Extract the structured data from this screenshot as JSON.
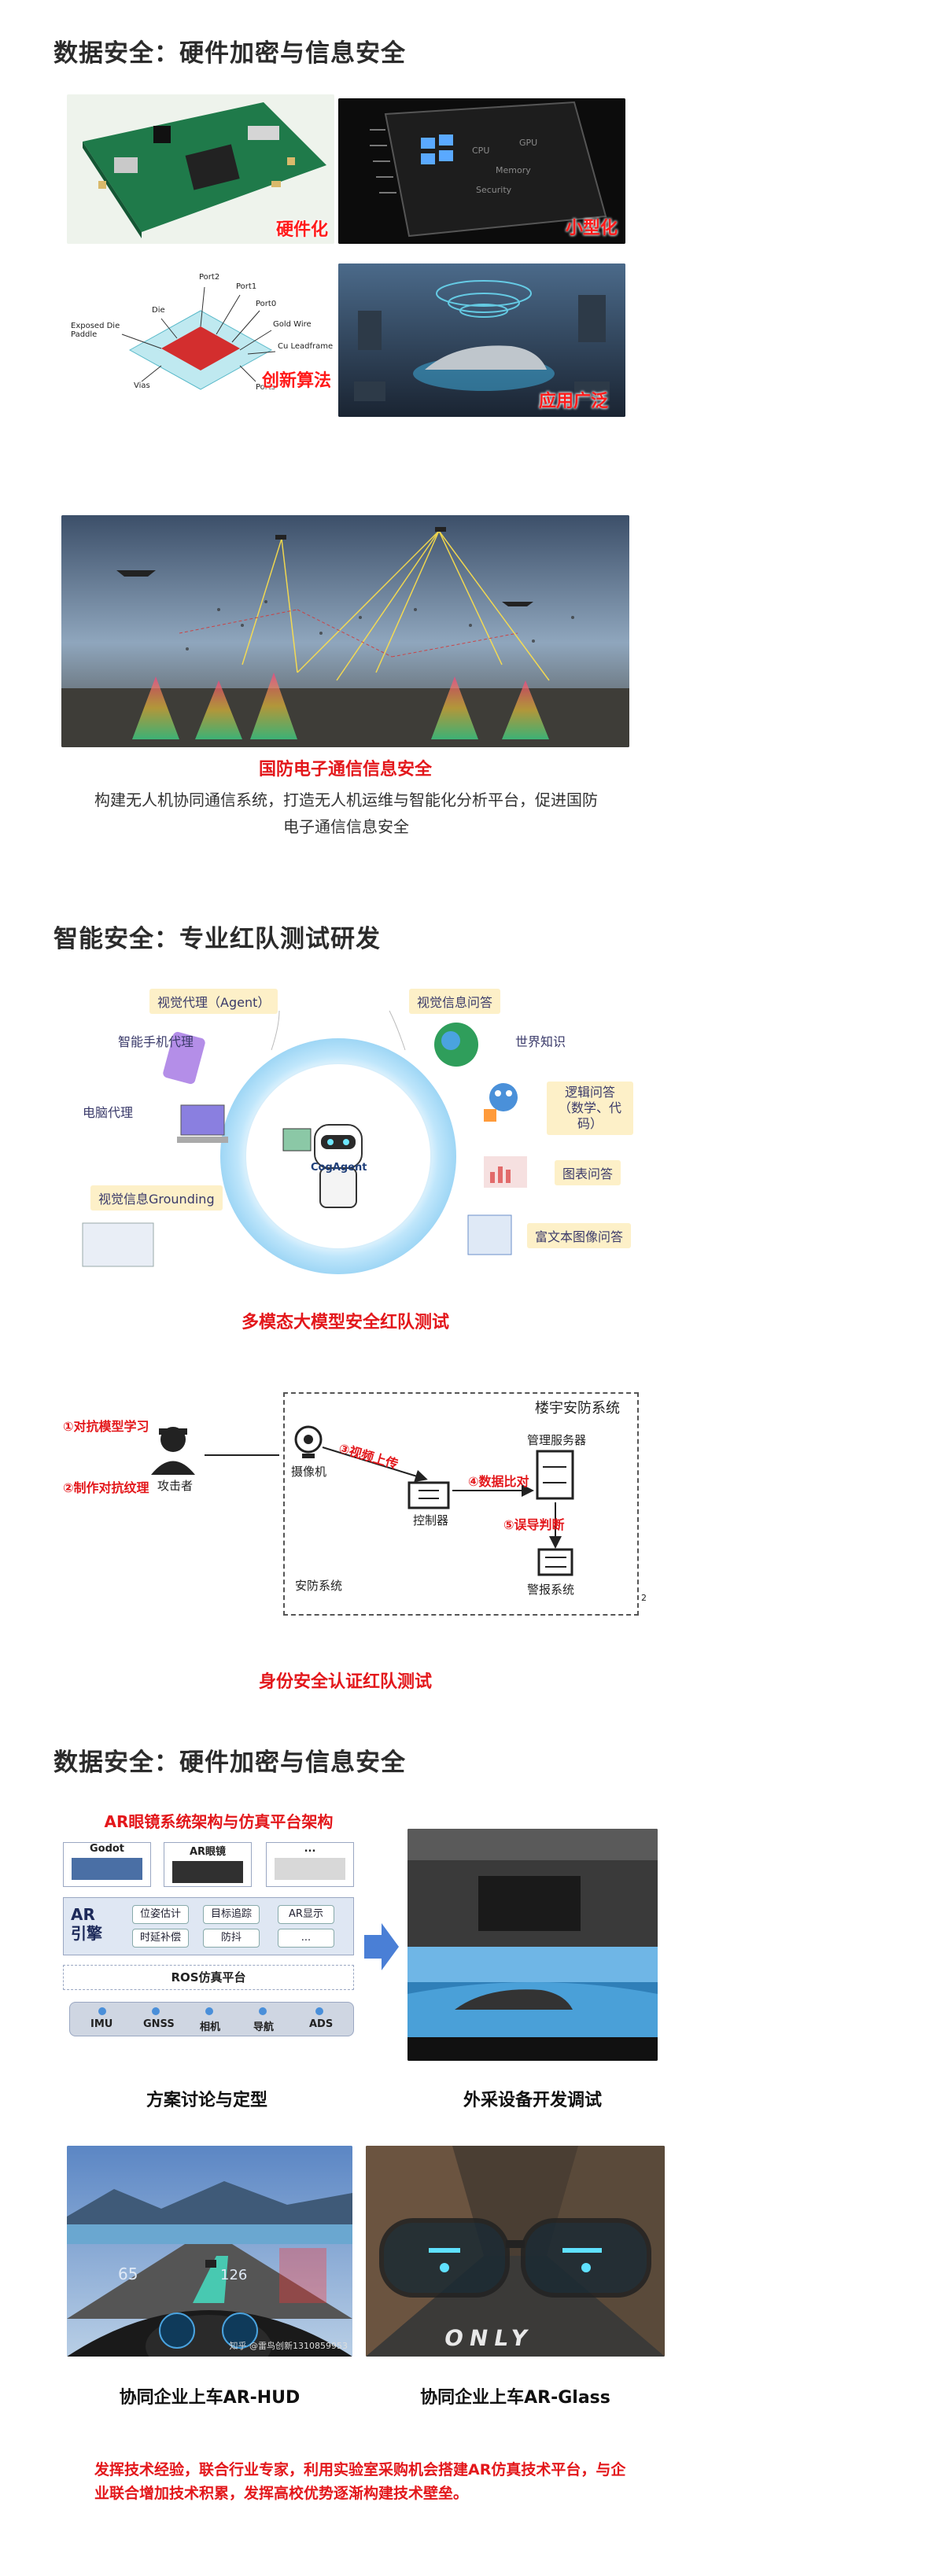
{
  "section1": {
    "title": "数据安全：硬件加密与信息安全",
    "captions": [
      "硬件化",
      "小型化",
      "创新算法",
      "应用广泛"
    ],
    "chip_diagram_labels": [
      "Port2",
      "Port1",
      "Port0",
      "Exposed Die Paddle",
      "Die",
      "Gold Wire",
      "Cu Leadframe",
      "Vias",
      "Ports"
    ],
    "defense_caption": "国防电子通信信息安全",
    "defense_text": "构建无人机协同通信系统，打造无人机运维与智能化分析平台，促进国防电子通信信息安全"
  },
  "section2": {
    "title": "智能安全：专业红队测试研发",
    "cog": {
      "center": "CogAgent",
      "labels": [
        "视觉代理（Agent）",
        "视觉信息问答",
        "智能手机代理",
        "世界知识",
        "电脑代理",
        "逻辑问答（数学、代码）",
        "图表问答",
        "视觉信息Grounding",
        "富文本图像问答"
      ]
    },
    "caption_cog": "多模态大模型安全红队测试",
    "security": {
      "system_title": "楼宇安防系统",
      "red_labels": [
        "①对抗模型学习",
        "②制作对抗纹理",
        "③视频上传",
        "④数据比对",
        "⑤误导判断"
      ],
      "nodes": [
        "攻击者",
        "摄像机",
        "控制器",
        "管理服务器",
        "警报系统",
        "安防系统"
      ],
      "page_num": "2"
    },
    "caption_security": "身份安全认证红队测试"
  },
  "section3": {
    "title": "数据安全：硬件加密与信息安全",
    "arch": {
      "title": "AR眼镜系统架构与仿真平台架构",
      "top": [
        "Godot",
        "AR眼镜",
        "..."
      ],
      "engine": "AR引擎",
      "modules": [
        "位姿估计",
        "目标追踪",
        "AR显示",
        "时延补偿",
        "防抖",
        "..."
      ],
      "ros": "ROS仿真平台",
      "sensors": [
        "IMU",
        "GNSS",
        "相机",
        "导航",
        "ADS"
      ]
    },
    "caption_arch": "方案讨论与定型",
    "caption_sim": "外采设备开发调试",
    "caption_hud": "协同企业上车AR-HUD",
    "caption_glass": "协同企业上车AR-Glass",
    "hud_watermark": "知乎 @雷鸟创新1310859953",
    "glass_road": "ONLY",
    "summary": "发挥技术经验，联合行业专家，利用实验室采购机会搭建AR仿真技术平台，与企业联合增加技术积累，发挥高校优势逐渐构建技术壁垒。"
  }
}
